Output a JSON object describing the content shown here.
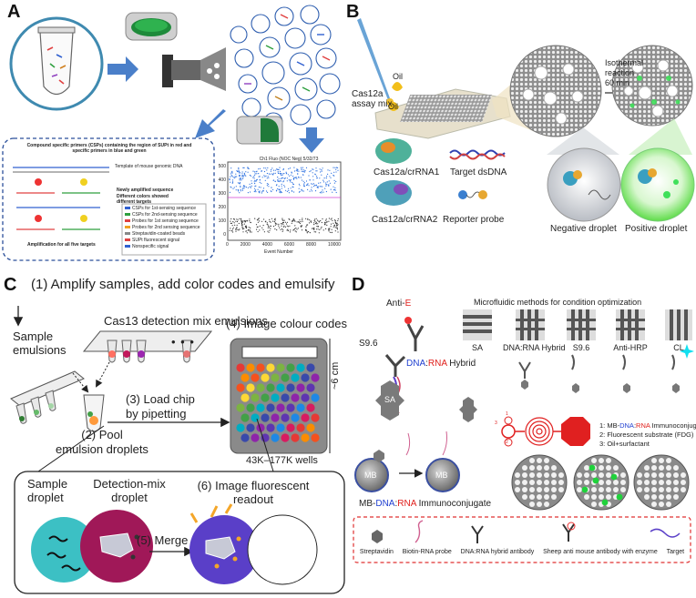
{
  "panels": {
    "a": {
      "label": "A",
      "box_title": "Compound specific primers (CSPs) containing the region of SUPt in red and specific primers in blue and green",
      "template_text": "Template of mouse genomic DNA",
      "newly_text": "Newly amplified sequence",
      "different_colors_text": "Different colors showed different targets",
      "amplification_text": "Amplification for all five targets",
      "legend_items": [
        "CSPs for 1st-sensing sequence",
        "CSPs for 2nd-sensing sequence",
        "Probes for 1st sensing sequence",
        "Probes for 2nd sensing sequence",
        "Streptavidin-coated beads",
        "SUPt fluorescent signal",
        "Nonspecific signal"
      ],
      "scatter_title": "Ch1 Fluo (NOC Neg) 5/32/73",
      "scatter_xlabel": "Event Number",
      "scatter_yticks": [
        "500",
        "400",
        "300",
        "200",
        "100",
        "0"
      ],
      "scatter_xticks": [
        "0",
        "2000",
        "4000",
        "6000",
        "8000",
        "10000"
      ]
    },
    "b": {
      "label": "B",
      "assay_mix": "Cas12a\nassay mix",
      "oil_top": "Oil",
      "oil_bottom": "Oil",
      "reaction_line1": "Isothermal",
      "reaction_line2": "reaction",
      "reaction_line3": "60 min",
      "legend": {
        "crrna1": "Cas12a/crRNA1",
        "target": "Target dsDNA",
        "crrna2": "Cas12a/crRNA2",
        "reporter": "Reporter probe"
      },
      "negative": "Negative droplet",
      "positive": "Positive droplet"
    },
    "c": {
      "label": "C",
      "step1": "(1) Amplify samples, add color codes and emulsify",
      "detection_mix": "Cas13 detection mix emulsions",
      "sample_emulsions_1": "Sample",
      "sample_emulsions_2": "emulsions",
      "step2_line1": "(2) Pool",
      "step2_line2": "emulsion droplets",
      "step3_line1": "(3) Load chip",
      "step3_line2": "by pipetting",
      "step4": "(4) Image colour codes",
      "chip_size": "~6 cm",
      "wells": "43K–177K wells",
      "sample_droplet_1": "Sample",
      "sample_droplet_2": "droplet",
      "detmix_1": "Detection-mix",
      "detmix_2": "droplet",
      "step5": "(5) Merge",
      "step6_line1": "(6) Image fluorescent",
      "step6_line2": "readout",
      "dots": "• • •"
    },
    "d": {
      "label": "D",
      "anti": "Anti-",
      "e": "E",
      "s96": "S9.6",
      "dna": "DNA",
      "colon": ":",
      "rna": "RNA",
      "hybrid": " Hybrid",
      "sa": "SA",
      "mb1": "MB",
      "mb2": "MB",
      "micro_title": "Microfluidic methods for condition optimization",
      "conditions": [
        "SA",
        "DNA:RNA Hybrid",
        "S9.6",
        "Anti-HRP",
        "CL"
      ],
      "chip_legend": {
        "one_prefix": "1: MB-",
        "one_dna": "DNA",
        "one_colon": ":",
        "one_rna": "RNA",
        "one_suffix": " Immunoconjugate",
        "two": "2: Fluorescent substrate (FDG)",
        "three": "3: Oil+surfactant"
      },
      "chip_nums": [
        "1",
        "2",
        "3"
      ],
      "mb_caption_prefix": "MB-",
      "mb_caption_dna": "DNA",
      "mb_caption_colon": ":",
      "mb_caption_rna": "RNA",
      "mb_caption_suffix": " Immunoconjugate",
      "legend": [
        "Streptavidin",
        "Biotin-RNA probe",
        "DNA:RNA hybrid antibody",
        "Sheep anti mouse antibody with enzyme",
        "Target"
      ]
    }
  },
  "colors": {
    "arrow_blue": "#4a7fc9",
    "dash_blue": "#2b4f9a",
    "droplet_teal": "#3cc0c4",
    "droplet_magenta": "#a01858",
    "droplet_purple": "#5a3fc8",
    "red_text": "#e0201c",
    "blue_text": "#1f3fd0",
    "green_spot": "#1fd23b",
    "red_box": "#e03030"
  }
}
